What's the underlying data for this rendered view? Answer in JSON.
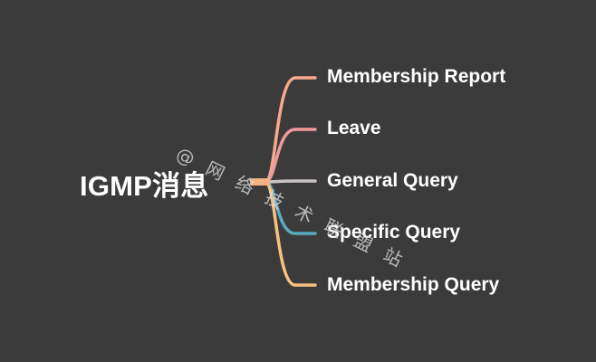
{
  "mindmap": {
    "root": {
      "label": "IGMP消息",
      "color": "#f4b183"
    },
    "branches": [
      {
        "label": "Membership Report",
        "color": "#f7a98b"
      },
      {
        "label": "Leave",
        "color": "#ef9a9a"
      },
      {
        "label": "General Query",
        "color": "#c9c3c5"
      },
      {
        "label": "Specific Query",
        "color": "#5ba9bf"
      },
      {
        "label": "Membership Query",
        "color": "#f9c07f"
      }
    ]
  },
  "watermark": {
    "text": "@ 网 络 技 术 联 盟 站"
  }
}
